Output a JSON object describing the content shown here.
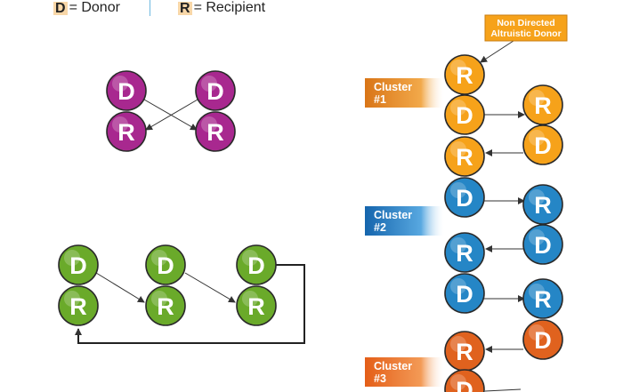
{
  "legend": {
    "donor_key": "D",
    "donor_text": "= Donor",
    "recipient_key": "R",
    "recipient_text": "= Recipient"
  },
  "labels": {
    "donor": "D",
    "recipient": "R"
  },
  "ndad": {
    "line1": "Non Directed",
    "line2": "Altruistic Donor"
  },
  "clusters": [
    {
      "line1": "Cluster",
      "line2": "#1"
    },
    {
      "line1": "Cluster",
      "line2": "#2"
    },
    {
      "line1": "Cluster",
      "line2": "#3"
    }
  ],
  "colors": {
    "purple": "#a8288f",
    "green": "#6aaa2a",
    "yellow": "#f6a21a",
    "blue": "#2586c6",
    "orange": "#e0621e",
    "cluster1": "#e0811a",
    "cluster2": "#1f72b8",
    "cluster3": "#e8691f"
  }
}
